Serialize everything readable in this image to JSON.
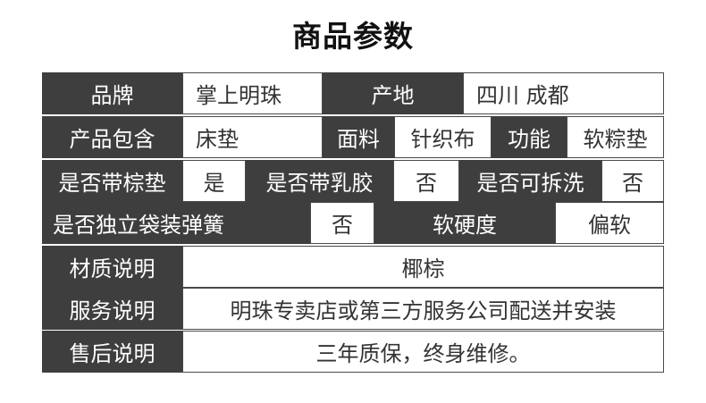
{
  "title": "商品参数",
  "rows": [
    [
      {
        "text": "品牌",
        "dark": true
      },
      {
        "text": "掌上明珠",
        "dark": false
      },
      {
        "text": "产地",
        "dark": true
      },
      {
        "text": "四川 成都",
        "dark": false
      }
    ],
    [
      {
        "text": "产品包含",
        "dark": true
      },
      {
        "text": "床垫",
        "dark": false
      },
      {
        "text": "面料",
        "dark": true
      },
      {
        "text": "针织布",
        "dark": false
      },
      {
        "text": "功能",
        "dark": true
      },
      {
        "text": "软粽垫",
        "dark": false
      }
    ],
    [
      {
        "text": "是否带棕垫",
        "dark": true
      },
      {
        "text": "是",
        "dark": false
      },
      {
        "text": "是否带乳胶",
        "dark": true
      },
      {
        "text": "否",
        "dark": false
      },
      {
        "text": "是否可拆洗",
        "dark": true
      },
      {
        "text": "否",
        "dark": false
      }
    ],
    [
      {
        "text": "是否独立袋装弹簧",
        "dark": true
      },
      {
        "text": "否",
        "dark": false
      },
      {
        "text": "软硬度",
        "dark": true
      },
      {
        "text": "偏软",
        "dark": false
      }
    ],
    [
      {
        "text": "材质说明",
        "dark": true
      },
      {
        "text": "椰棕",
        "dark": false
      }
    ],
    [
      {
        "text": "服务说明",
        "dark": true
      },
      {
        "text": "明珠专卖店或第三方服务公司配送并安装",
        "dark": false
      }
    ],
    [
      {
        "text": "售后说明",
        "dark": true
      },
      {
        "text": "三年质保，终身维修。",
        "dark": false
      }
    ]
  ]
}
